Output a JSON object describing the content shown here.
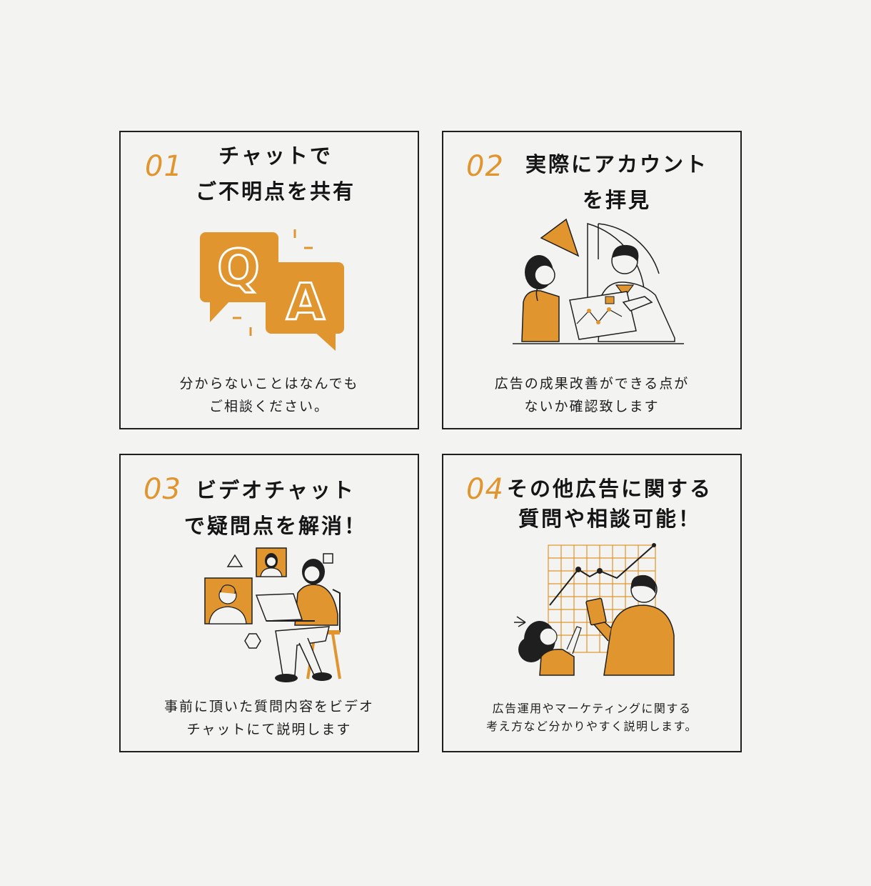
{
  "colors": {
    "accent": "#e0952f",
    "ink": "#1f1f1f",
    "background": "#f3f3f1"
  },
  "cards": [
    {
      "number": "01",
      "title_lines": [
        "チャットで",
        "ご不明点を共有"
      ],
      "desc_lines": [
        "分からないことはなんでも",
        "ご相談ください。"
      ],
      "illustration": "qa-speech-bubbles-icon",
      "q_letter": "Q",
      "a_letter": "A"
    },
    {
      "number": "02",
      "title_lines": [
        "実際にアカウント",
        "を拝見"
      ],
      "desc_lines": [
        "広告の成果改善ができる点が",
        "ないか確認致します"
      ],
      "illustration": "account-review-illustration"
    },
    {
      "number": "03",
      "title_lines": [
        "ビデオチャット",
        "で疑問点を解消！"
      ],
      "desc_lines": [
        "事前に頂いた質問内容をビデオ",
        "チャットにて説明します"
      ],
      "illustration": "video-chat-illustration"
    },
    {
      "number": "04",
      "title_lines": [
        "その他広告に関する",
        "質問や相談可能！"
      ],
      "desc_lines": [
        "広告運用やマーケティングに関する",
        "考え方など分かりやすく説明します。"
      ],
      "illustration": "consultation-chart-illustration"
    }
  ]
}
